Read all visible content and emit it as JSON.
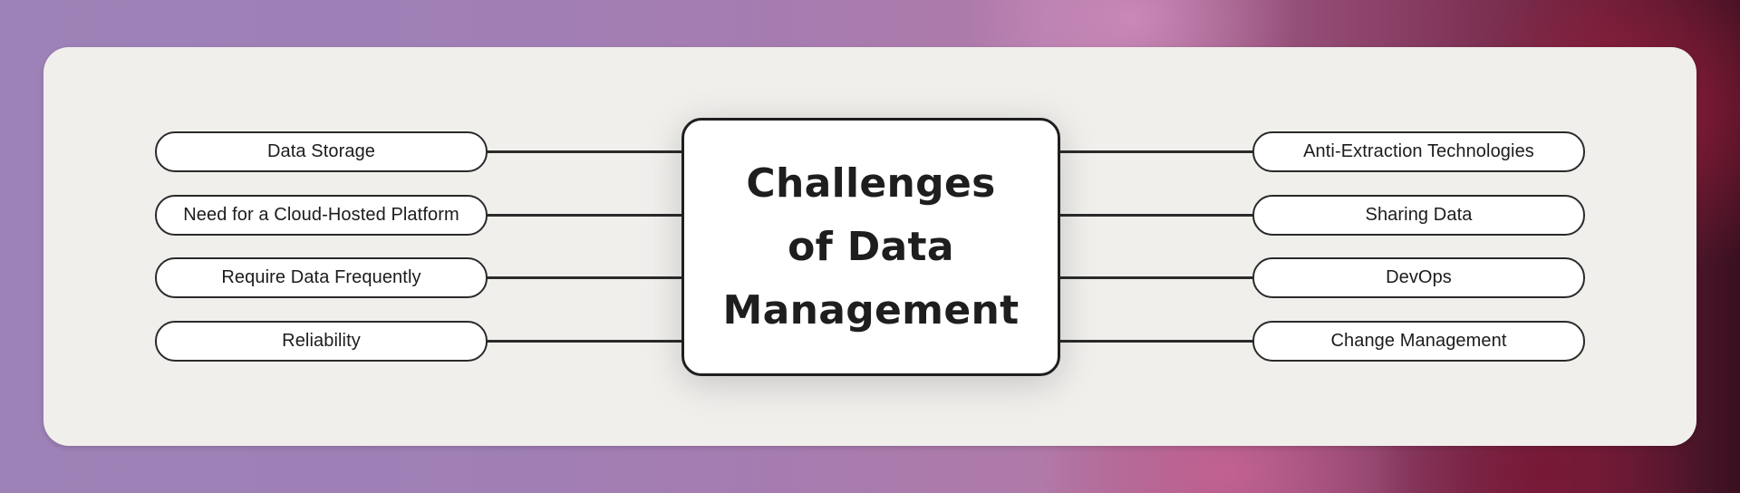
{
  "diagram": {
    "center": {
      "title_lines": [
        "Challenges",
        "of Data",
        "Management"
      ]
    },
    "left_items": [
      {
        "label": "Data Storage"
      },
      {
        "label": "Need for a Cloud-Hosted Platform"
      },
      {
        "label": "Require Data Frequently"
      },
      {
        "label": "Reliability"
      }
    ],
    "right_items": [
      {
        "label": "Anti-Extraction Technologies"
      },
      {
        "label": "Sharing Data"
      },
      {
        "label": "DevOps"
      },
      {
        "label": "Change Management"
      }
    ]
  },
  "colors": {
    "card_background": "#f0efec",
    "box_background": "#ffffff",
    "stroke": "#2a2a2a",
    "text": "#1c1c1c"
  }
}
